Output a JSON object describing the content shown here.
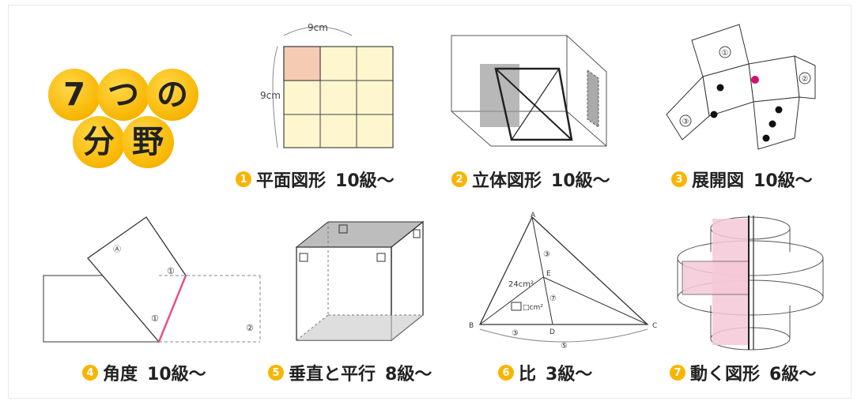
{
  "title": {
    "line1": [
      "7",
      "つ",
      "の"
    ],
    "line2": [
      "分",
      "野"
    ]
  },
  "items": [
    {
      "num": "1",
      "name": "平面図形",
      "level": "10級〜"
    },
    {
      "num": "2",
      "name": "立体図形",
      "level": "10級〜"
    },
    {
      "num": "3",
      "name": "展開図",
      "level": "10級〜"
    },
    {
      "num": "4",
      "name": "角度",
      "level": "10級〜"
    },
    {
      "num": "5",
      "name": "垂直と平行",
      "level": "8級〜"
    },
    {
      "num": "6",
      "name": "比",
      "level": "3級〜"
    },
    {
      "num": "7",
      "name": "動く図形",
      "level": "6級〜"
    }
  ],
  "figures": {
    "plane": {
      "width_label": "9cm",
      "height_label": "9cm"
    },
    "net": {
      "symbols": [
        "①",
        "②",
        "③"
      ]
    },
    "angle": {
      "marks": [
        "Ⓐ",
        "①",
        "①",
        "②"
      ]
    },
    "ratio": {
      "vertices": [
        "A",
        "B",
        "C",
        "D",
        "E"
      ],
      "labels": [
        "24cm²",
        "□cm²",
        "③",
        "⑦",
        "③",
        "⑤"
      ]
    }
  },
  "colors": {
    "badge": "#f8b500",
    "grid_fill": "#fdf6cf",
    "grid_highlight": "#f6cbb4",
    "pink": "#e8508a",
    "pink_fill": "#f6c8d8",
    "dot_magenta": "#d0106a"
  }
}
